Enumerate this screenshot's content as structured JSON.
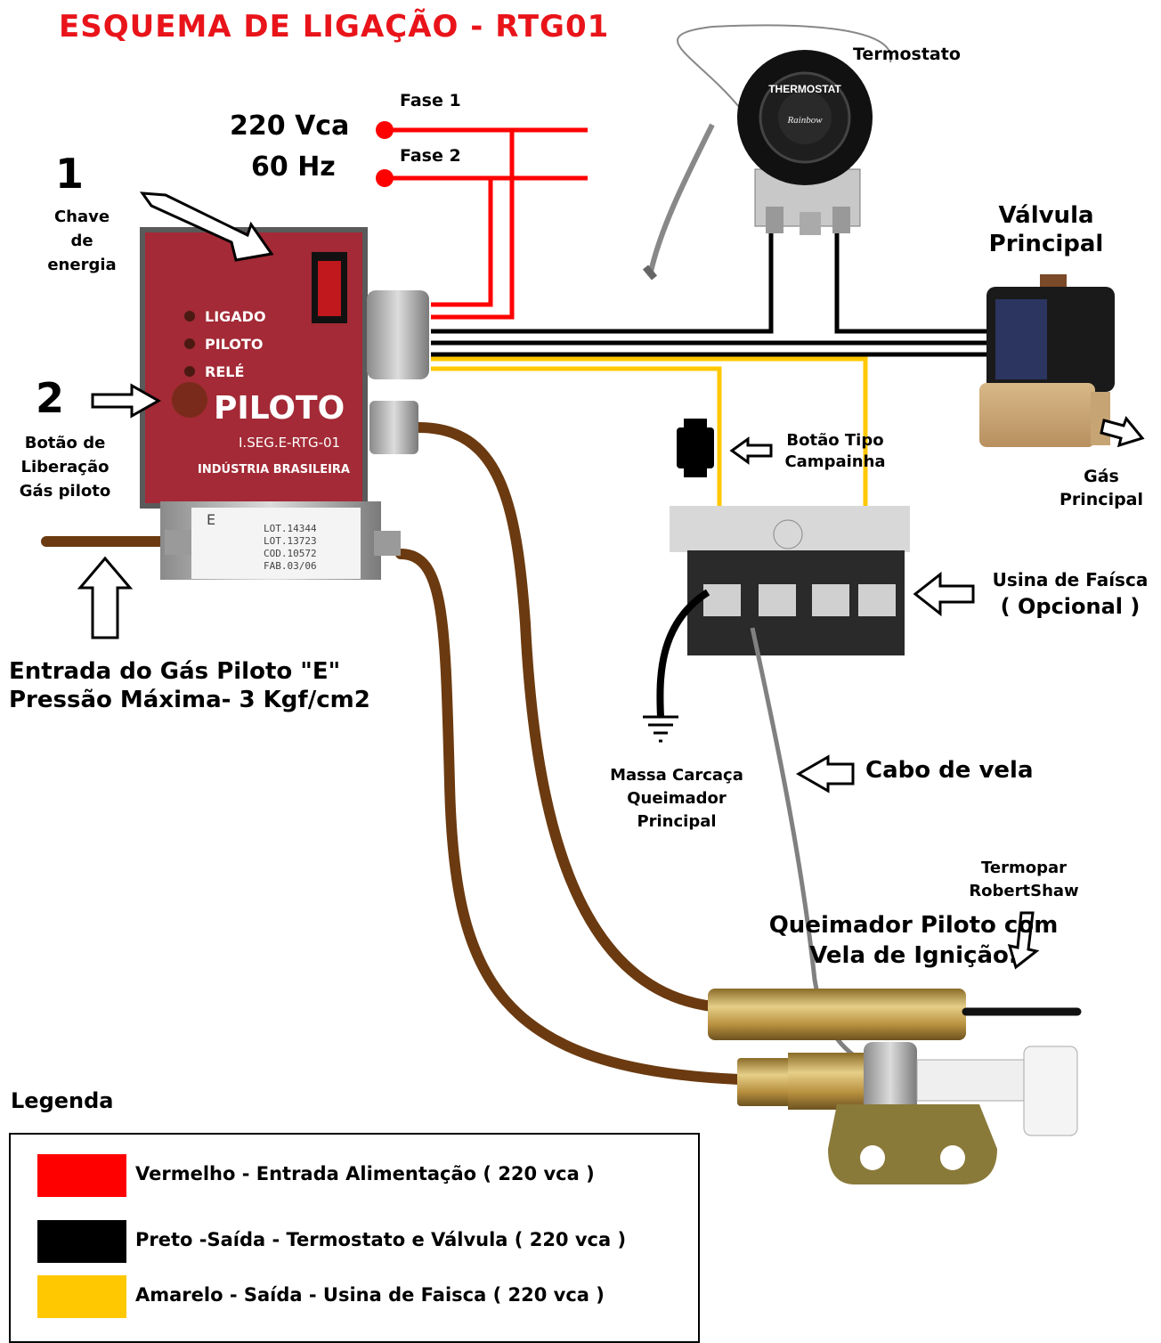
{
  "title": "ESQUEMA DE LIGAÇÃO - RTG01",
  "supply": {
    "voltage": "220 Vca",
    "frequency": "60 Hz",
    "phase1": "Fase 1",
    "phase2": "Fase 2"
  },
  "labels": {
    "thermostat": "Termostato",
    "valve_line1": "Válvula",
    "valve_line2": "Principal",
    "main_gas_line1": "Gás",
    "main_gas_line2": "Principal",
    "step1_number": "1",
    "step1_line1": "Chave",
    "step1_line2": "de",
    "step1_line3": "energia",
    "step2_number": "2",
    "step2_line1": "Botão de",
    "step2_line2": "Liberação",
    "step2_line3": "Gás piloto",
    "button_line1": "Botão Tipo",
    "button_line2": "Campainha",
    "spark_line1": "Usina de Faísca",
    "spark_line2": "( Opcional )",
    "gas_inlet_line1": "Entrada do Gás Piloto \"E\"",
    "gas_inlet_line2": "Pressão Máxima- 3 Kgf/cm2",
    "ground_line1": "Massa Carcaça",
    "ground_line2": "Queimador",
    "ground_line3": "Principal",
    "spark_cable": "Cabo de vela",
    "thermocouple_line1": "Termopar",
    "thermocouple_line2": "RobertShaw",
    "burner_line1": "Queimador Piloto com",
    "burner_line2": "Vela de Ignição."
  },
  "device": {
    "led1": "LIGADO",
    "led2": "PILOTO",
    "led3": "RELÉ",
    "brand": "PILOTO",
    "model": "I.SEG.E-RTG-01",
    "origin": "INDÚSTRIA BRASILEIRA",
    "lot1": "LOT.14344",
    "lot2": "LOT.13723",
    "cod": "COD.10572",
    "fab": "FAB.03/06",
    "inlet_mark": "E"
  },
  "legend": {
    "title": "Legenda",
    "items": [
      {
        "color": "#ff0000",
        "label": "Vermelho - Entrada Alimentação ( 220 vca )"
      },
      {
        "color": "#000000",
        "label": "Preto -Saída - Termostato e Válvula ( 220 vca )"
      },
      {
        "color": "#ffc800",
        "label": "Amarelo - Saída - Usina de Faisca ( 220 vca )"
      }
    ]
  },
  "colors": {
    "title": "#e8141a",
    "red_wire": "#ff0000",
    "black_wire": "#000000",
    "yellow_wire": "#ffc800",
    "gas_tube": "#6b3a10",
    "spark_cable": "#808080",
    "device_panel": "#a32a36"
  }
}
